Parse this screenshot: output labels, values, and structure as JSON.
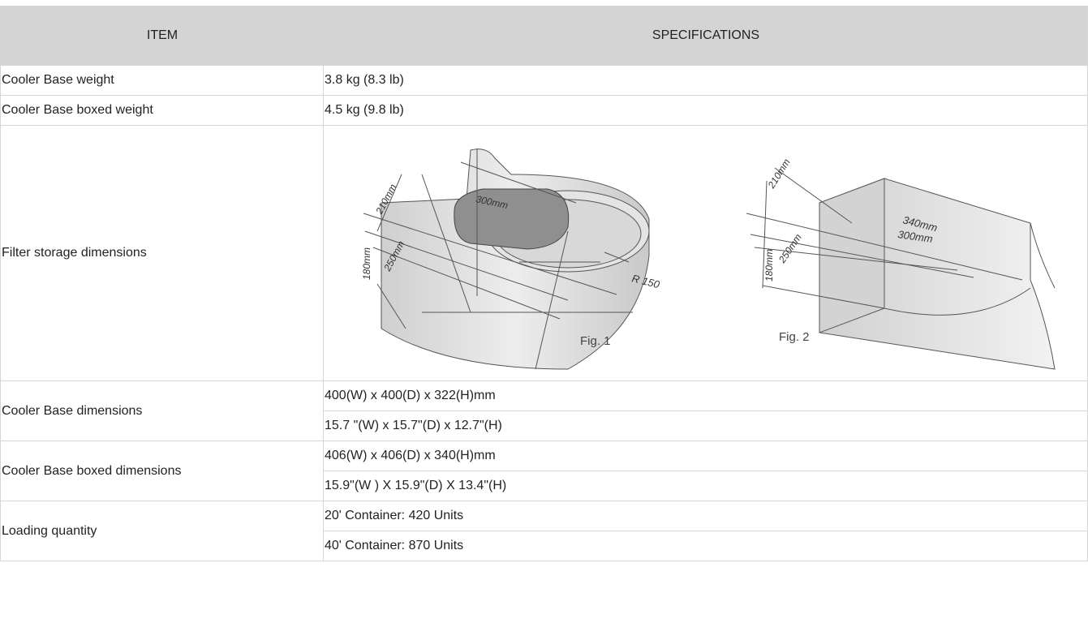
{
  "header": {
    "item": "ITEM",
    "specifications": "SPECIFICATIONS"
  },
  "rows": {
    "base_weight": {
      "label": "Cooler Base weight",
      "value": "3.8 kg (8.3 lb)"
    },
    "boxed_weight": {
      "label": "Cooler Base boxed weight",
      "value": "4.5 kg (9.8 lb)"
    },
    "filter_storage": {
      "label": "Filter storage dimensions"
    },
    "base_dims": {
      "label": "Cooler Base dimensions",
      "metric": "400(W) x 400(D) x 322(H)mm",
      "imperial": "15.7 \"(W) x 15.7\"(D) x 12.7\"(H)"
    },
    "boxed_dims": {
      "label": "Cooler Base boxed dimensions",
      "metric": "406(W) x 406(D) x 340(H)mm",
      "imperial": "15.9\"(W ) X 15.9\"(D) X 13.4\"(H)"
    },
    "loading": {
      "label": "Loading quantity",
      "c20": "20' Container: 420 Units",
      "c40": "40' Container: 870 Units"
    }
  },
  "figures": {
    "fig1": {
      "caption": "Fig. 1",
      "d210": "210mm",
      "d300": "300mm",
      "d180": "180mm",
      "d250": "250mm",
      "radius": "R 150"
    },
    "fig2": {
      "caption": "Fig. 2",
      "d210": "210mm",
      "d340": "340mm",
      "d300": "300mm",
      "d180": "180mm",
      "d250": "250mm"
    }
  }
}
